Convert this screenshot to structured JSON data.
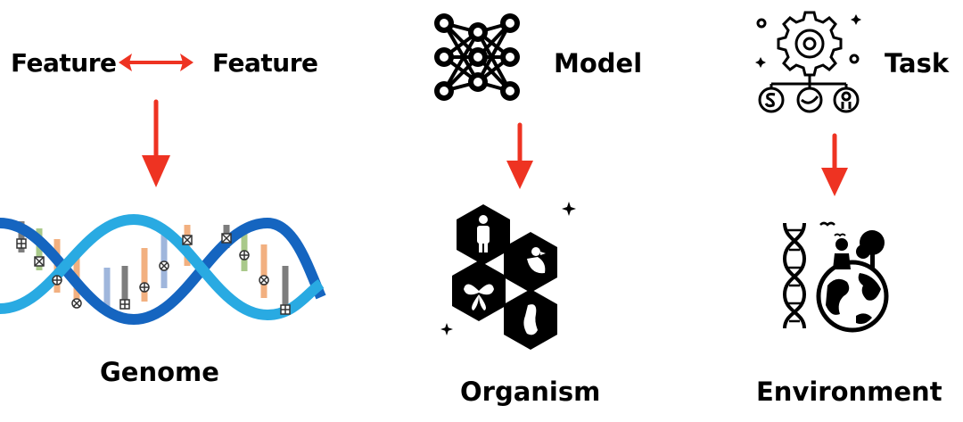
{
  "labels": {
    "feature_left": "Feature",
    "feature_right": "Feature",
    "model": "Model",
    "task": "Task",
    "genome": "Genome",
    "organism": "Organism",
    "environment": "Environment"
  },
  "colors": {
    "arrow": "#ee3322",
    "dna_dark": "#1565c0",
    "dna_light": "#29aae2"
  }
}
